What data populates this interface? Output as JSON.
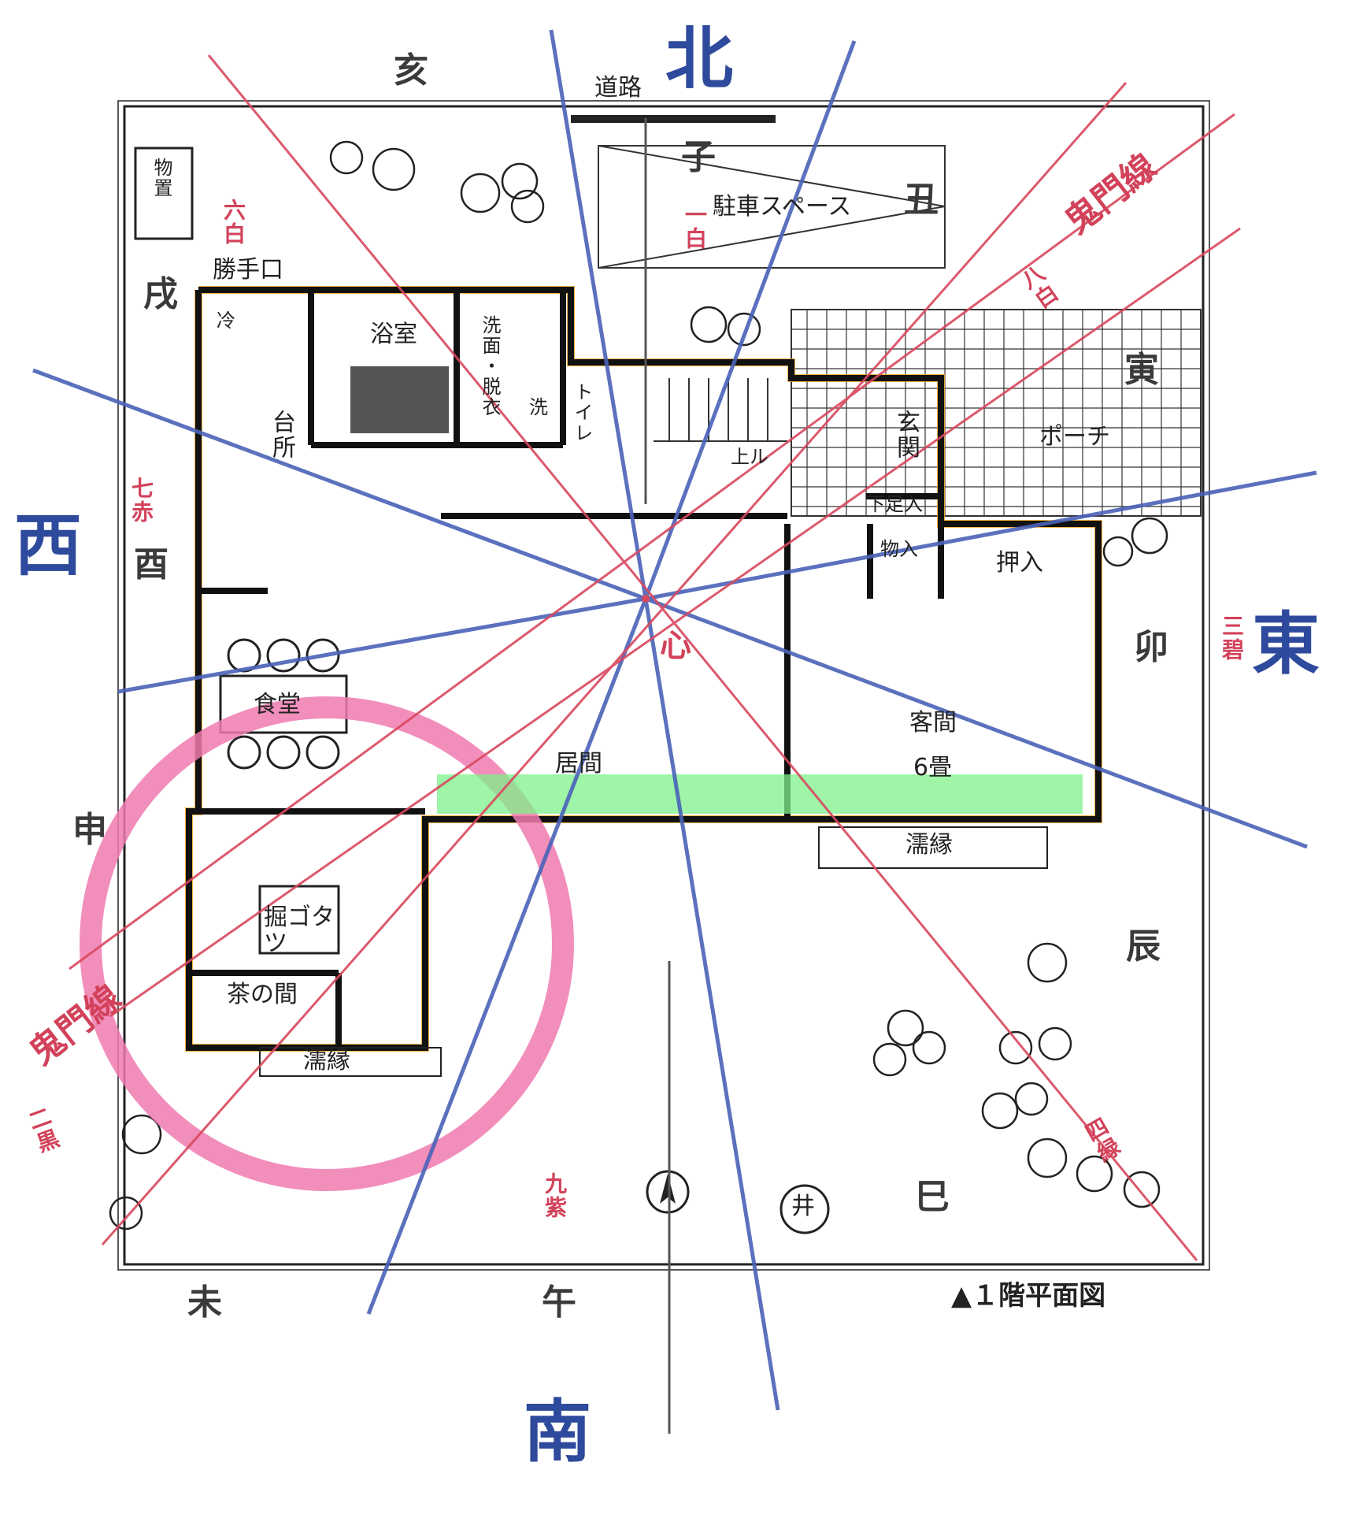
{
  "directions": {
    "north": "北",
    "south": "南",
    "east": "東",
    "west": "西"
  },
  "zodiac": {
    "ne": "亥",
    "ko": "子",
    "ushi": "丑",
    "tora": "寅",
    "u": "卯",
    "tatsu": "辰",
    "mi": "巳",
    "uma": "午",
    "hitsuji": "未",
    "saru": "申",
    "tori": "酉",
    "inu": "戌"
  },
  "stars": {
    "north": "一白",
    "northeast": "八白",
    "east": "三碧",
    "southeast": "四緑",
    "south": "九紫",
    "southwest": "二黒",
    "west": "七赤",
    "northwest": "六白"
  },
  "kimon": {
    "ne_label": "鬼門線",
    "sw_label": "鬼門線"
  },
  "rooms": {
    "road": "道路",
    "parking": "駐車スペース",
    "storage": "物置",
    "back_door": "勝手口",
    "fridge": "冷",
    "bath": "浴室",
    "washroom": "洗面・脱衣",
    "washer": "洗",
    "toilet": "トイレ",
    "kitchen": "台所",
    "stairs": "上ル",
    "entrance": "玄関",
    "porch": "ポーチ",
    "shoe": "下足入",
    "closet_small": "物入",
    "closet": "押入",
    "center": "心",
    "dining": "食堂",
    "living": "居間",
    "guest": "客間",
    "guest_size": "6畳",
    "veranda_e": "濡縁",
    "kotatsu": "掘ゴタツ",
    "tea_room": "茶の間",
    "veranda_w": "濡縁",
    "well": "井"
  },
  "caption": "▲１階平面図",
  "colors": {
    "blue_line": "#4a62b8",
    "red_line": "#d9485e",
    "orange_wall": "#f5a623",
    "pink_circle": "#f07ab0",
    "green_band": "#7ef08a"
  }
}
